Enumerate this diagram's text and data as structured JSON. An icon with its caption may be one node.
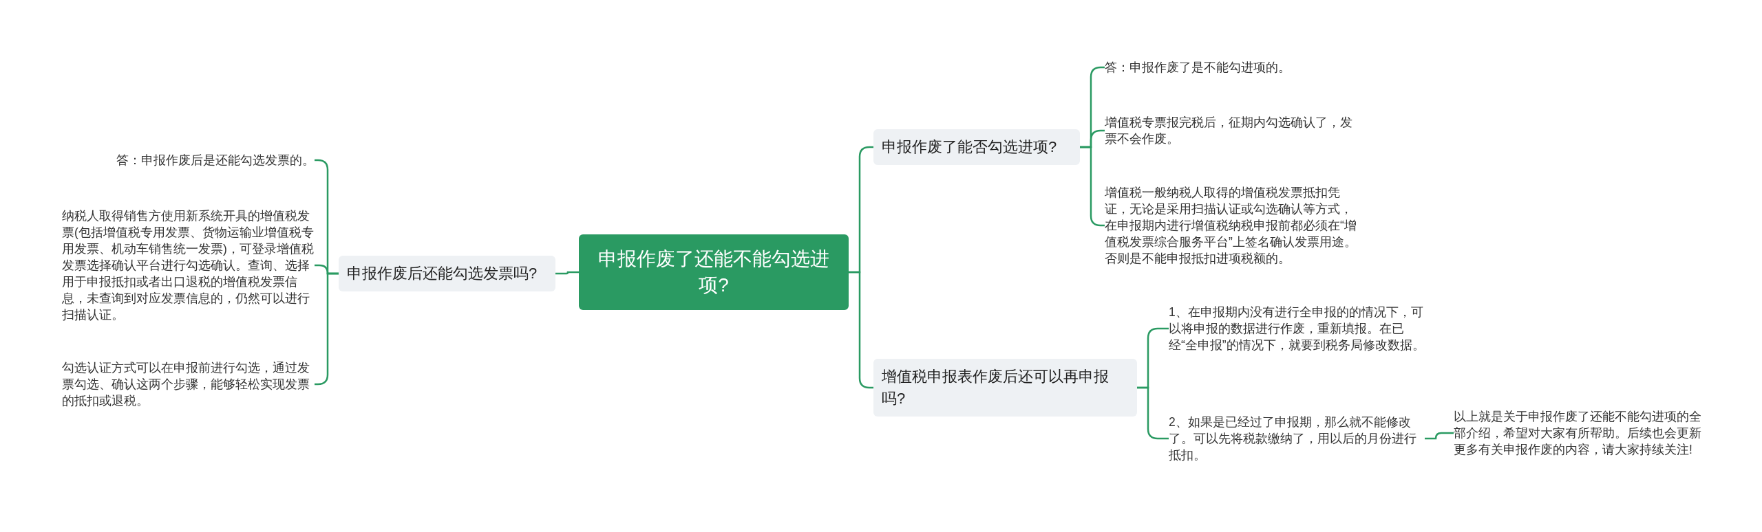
{
  "diagram": {
    "nodes": [
      {
        "text": [
          "申报作废了还能不能勾选进项?"
        ]
      },
      {
        "text": [
          "申报作废后还能勾选发票吗?"
        ]
      },
      {
        "text": [
          "答：申报作废后是还能勾选发票的。"
        ]
      },
      {
        "text": [
          "纳税人取得销售方使用新系统开具的增值税发票(包括增值税专用发票、货物运输业增值税专用发票、机动车销售统一发票)，可登录增值税发票选择确认平台进行勾选确认。查询、选择用于申报抵扣或者出口退税的增值税发票信息，未查询到对应发票信息的，仍然可以进行扫描认证。"
        ]
      },
      {
        "text": [
          "勾选认证方式可以在申报前进行勾选，通过发票勾选、确认这两个步骤，能够轻松实现发票的抵扣或退税。"
        ]
      },
      {
        "text": [
          "申报作废了能否勾选进项?"
        ]
      },
      {
        "text": [
          "答：申报作废了是不能勾进项的。"
        ]
      },
      {
        "text": [
          "增值税专票报完税后，征期内勾选确认了，发票不会作废。"
        ]
      },
      {
        "text": [
          "增值税一般纳税人取得的增值税发票抵扣凭证，无论是采用扫描认证或勾选确认等方式，在申报期内进行增值税纳税申报前都必须在“增值税发票综合服务平台”上签名确认发票用途。否则是不能申报抵扣进项税额的。"
        ]
      },
      {
        "text": [
          "增值税申报表作废后还可以再申报吗?"
        ]
      },
      {
        "text": [
          "1、在申报期内没有进行全申报的的情况下，可以将申报的数据进行作废，重新填报。在已经“全申报”的情况下，就要到税务局修改数据。"
        ]
      },
      {
        "text": [
          "2、如果是已经过了申报期，那么就不能修改了。可以先将税款缴纳了，用以后的月份进行抵扣。"
        ]
      },
      {
        "text": [
          "以上就是关于申报作废了还能不能勾进项的全部介绍，希望对大家有所帮助。后续也会更新更多有关申报作废的内容，请大家持续关注!"
        ]
      }
    ],
    "edges": [
      {
        "from": 0,
        "to": 1,
        "arrow": "none"
      },
      {
        "from": 1,
        "to": 2,
        "arrow": "none"
      },
      {
        "from": 1,
        "to": 3,
        "arrow": "none"
      },
      {
        "from": 1,
        "to": 4,
        "arrow": "none"
      },
      {
        "from": 0,
        "to": 5,
        "arrow": "none"
      },
      {
        "from": 5,
        "to": 6,
        "arrow": "none"
      },
      {
        "from": 5,
        "to": 7,
        "arrow": "none"
      },
      {
        "from": 5,
        "to": 8,
        "arrow": "none"
      },
      {
        "from": 0,
        "to": 9,
        "arrow": "none"
      },
      {
        "from": 9,
        "to": 10,
        "arrow": "none"
      },
      {
        "from": 9,
        "to": 11,
        "arrow": "none"
      },
      {
        "from": 11,
        "to": 12,
        "arrow": "none"
      }
    ]
  }
}
